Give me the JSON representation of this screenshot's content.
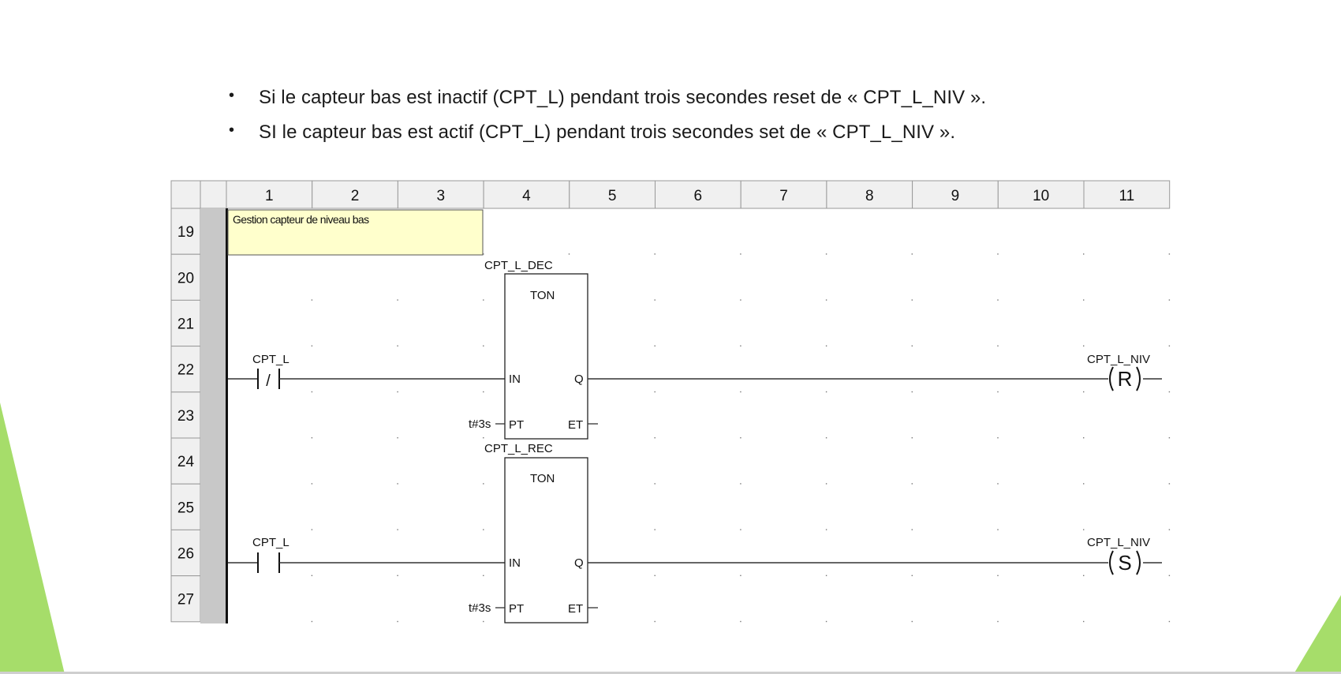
{
  "bullets": [
    "Si le capteur bas est inactif (CPT_L) pendant trois secondes reset de « CPT_L_NIV ».",
    "SI le capteur bas est actif (CPT_L) pendant trois secondes set de « CPT_L_NIV »."
  ],
  "bullet_symbol": "•",
  "grid": {
    "columns": [
      "1",
      "2",
      "3",
      "4",
      "5",
      "6",
      "7",
      "8",
      "9",
      "10",
      "11"
    ],
    "rows": [
      "19",
      "20",
      "21",
      "22",
      "23",
      "24",
      "25",
      "26",
      "27"
    ]
  },
  "comment": "Gestion capteur de niveau bas",
  "rungs": [
    {
      "contact_label": "CPT_L",
      "contact_symbol": "/",
      "block_name": "CPT_L_DEC",
      "block_type": "TON",
      "pin_in": "IN",
      "pin_q": "Q",
      "pin_pt": "PT",
      "pin_et": "ET",
      "preset": "t#3s",
      "coil_label": "CPT_L_NIV",
      "coil_letter": "R"
    },
    {
      "contact_label": "CPT_L",
      "contact_symbol": "",
      "block_name": "CPT_L_REC",
      "block_type": "TON",
      "pin_in": "IN",
      "pin_q": "Q",
      "pin_pt": "PT",
      "pin_et": "ET",
      "preset": "t#3s",
      "coil_label": "CPT_L_NIV",
      "coil_letter": "S"
    }
  ],
  "colors": {
    "accent_green": "#a6dd6a",
    "comment_fill": "#ffffcc",
    "header_fill": "#f0f0f0",
    "rail_fill": "#c8c8c8"
  }
}
